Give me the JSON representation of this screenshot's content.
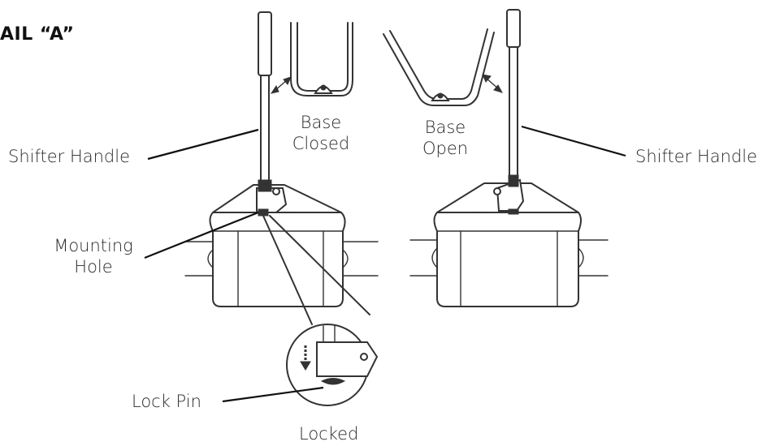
{
  "title": "AIL “A”",
  "labels": {
    "shifter_handle_left": "Shifter Handle",
    "shifter_handle_right": "Shifter Handle",
    "base_closed_line1": "Base",
    "base_closed_line2": "Closed",
    "base_open_line1": "Base",
    "base_open_line2": "Open",
    "mounting_hole_line1": "Mounting",
    "mounting_hole_line2": "Hole",
    "lock_pin": "Lock Pin",
    "locked": "Locked"
  }
}
